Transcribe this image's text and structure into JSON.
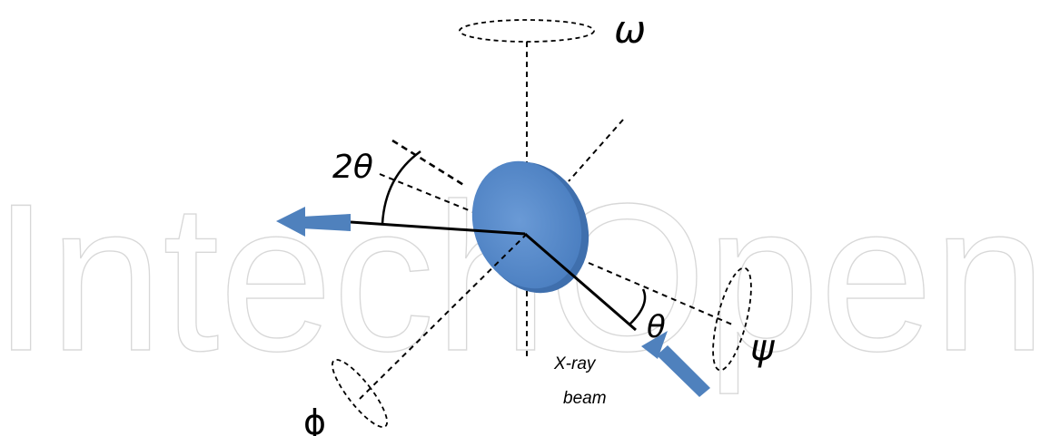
{
  "watermark": {
    "text": "IntechOpen"
  },
  "labels": {
    "omega": "ω",
    "two_theta": "2θ",
    "theta": "θ",
    "psi": "ψ",
    "phi": "ϕ",
    "beam_line1": "X-ray",
    "beam_line2": "beam"
  },
  "colors": {
    "sample": "#5b8fcf",
    "arrow": "#4f81bd",
    "watermark": "#d8d8d8"
  }
}
